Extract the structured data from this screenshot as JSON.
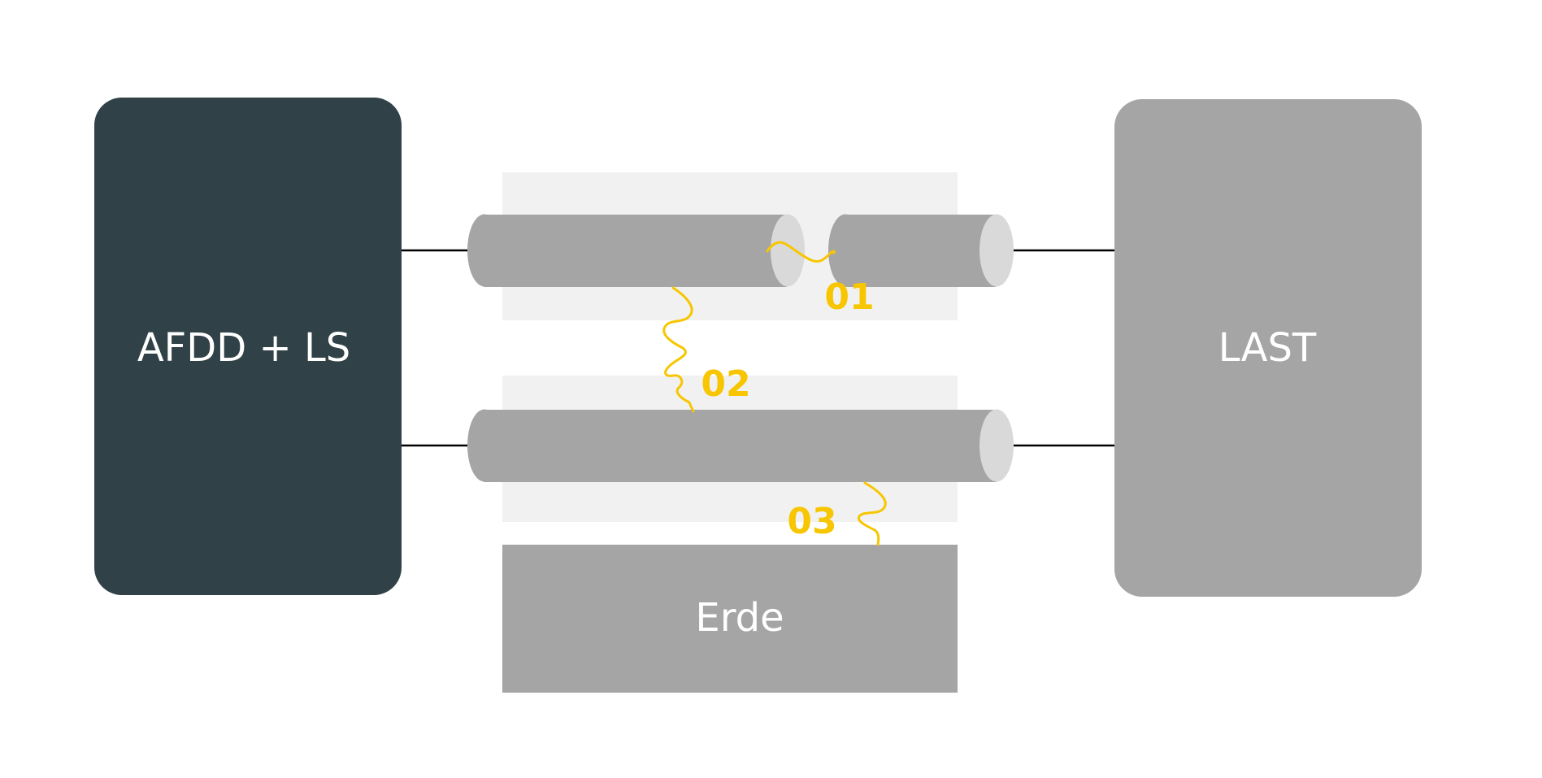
{
  "source_box": {
    "label": "AFDD + LS",
    "color": "#304147"
  },
  "load_box": {
    "label": "LAST",
    "color": "#a5a5a5"
  },
  "ground": {
    "label": "Erde",
    "color": "#a5a5a5"
  },
  "insulation_color": "#f1f1f1",
  "cable_color": "#a5a5a5",
  "cable_end_color": "#d9d9d9",
  "arc_color": "#f7c600",
  "wire_color": "#000000",
  "fault_markers": [
    {
      "id": "01",
      "label": "01",
      "type": "serial-arc-in-cable"
    },
    {
      "id": "02",
      "label": "02",
      "type": "parallel-arc-between-conductors"
    },
    {
      "id": "03",
      "label": "03",
      "type": "arc-to-ground"
    }
  ]
}
